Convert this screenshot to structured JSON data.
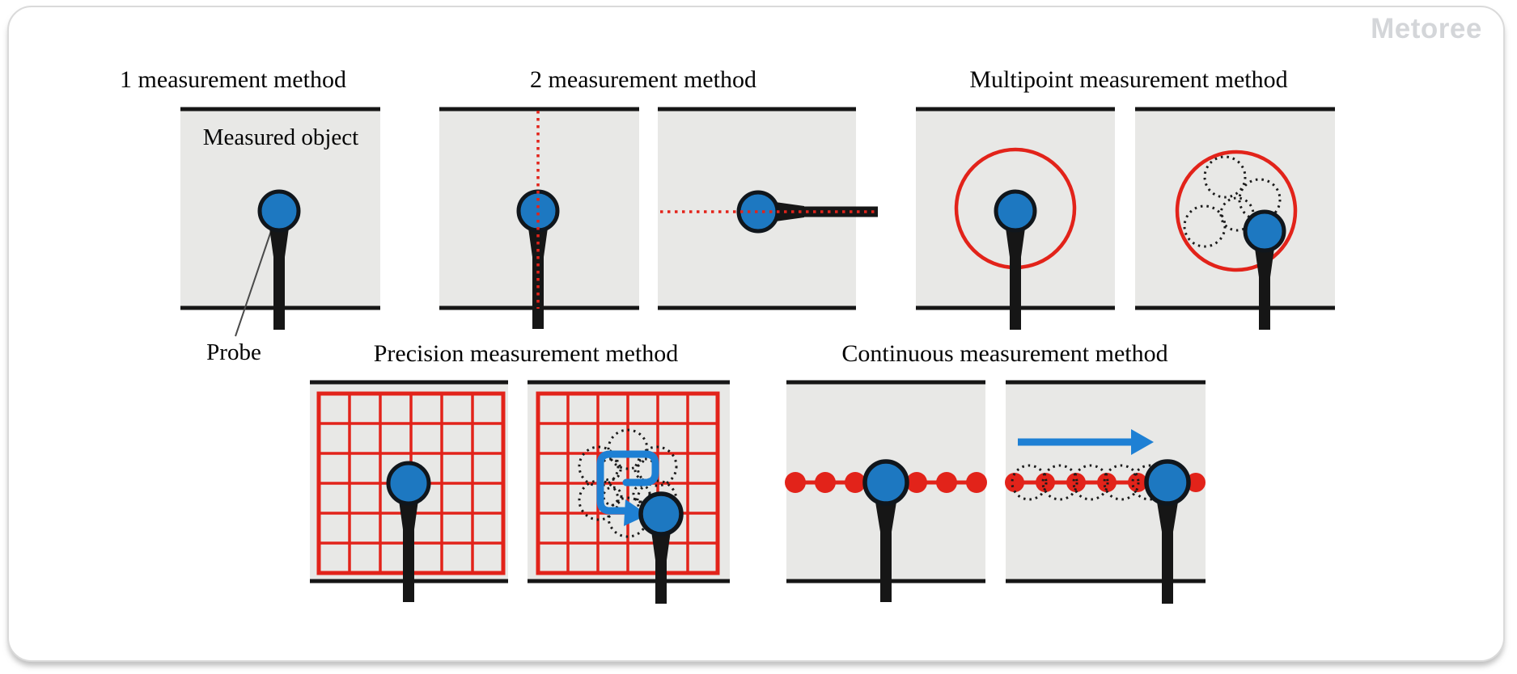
{
  "watermark": "Metoree",
  "figure": {
    "groups": [
      {
        "title": "1 measurement method",
        "panels": 1
      },
      {
        "title": "2 measurement method",
        "panels": 2
      },
      {
        "title": "Multipoint measurement method",
        "panels": 2
      },
      {
        "title": "Precision measurement method",
        "panels": 2
      },
      {
        "title": "Continuous measurement method",
        "panels": 2
      }
    ],
    "labels": {
      "measured_object": "Measured object",
      "probe": "Probe"
    }
  },
  "colors": {
    "panel-gray": "#e8e8e6",
    "ink-black": "#161616",
    "probe-blue": "#1d78c1",
    "probe-ring": "#10161c",
    "guide-red": "#e2231a",
    "arrow-blue": "#1e80d4",
    "dot-black": "#1b1b1b",
    "watermark-gray": "#d4d6d9",
    "card-border": "#dadada"
  }
}
